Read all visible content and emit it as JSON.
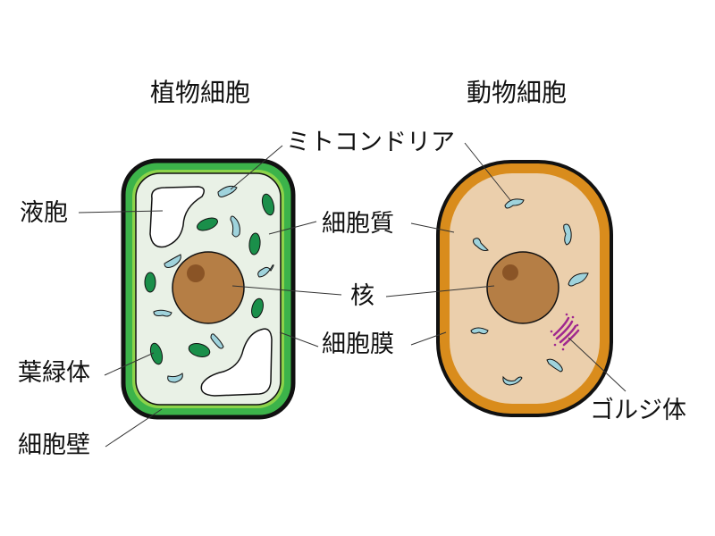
{
  "titles": {
    "plant": "植物細胞",
    "animal": "動物細胞"
  },
  "labels": {
    "mitochondria": "ミトコンドリア",
    "vacuole": "液胞",
    "cytoplasm": "細胞質",
    "nucleus": "核",
    "cell_membrane": "細胞膜",
    "chloroplast": "葉緑体",
    "cell_wall": "細胞壁",
    "golgi": "ゴルジ体"
  },
  "colors": {
    "plant_wall": "#3cb34a",
    "plant_wall_inner": "#8cd34a",
    "plant_cytoplasm": "#e9f1e6",
    "chloroplast": "#1a8f4a",
    "mitochondria": "#9fd3dc",
    "nucleus": "#b57e45",
    "nucleolus": "#8a5426",
    "animal_membrane": "#d98c1c",
    "animal_cytoplasm": "#ebcfac",
    "golgi": "#a0278f",
    "outline": "#111111",
    "leader_line": "#333333"
  }
}
